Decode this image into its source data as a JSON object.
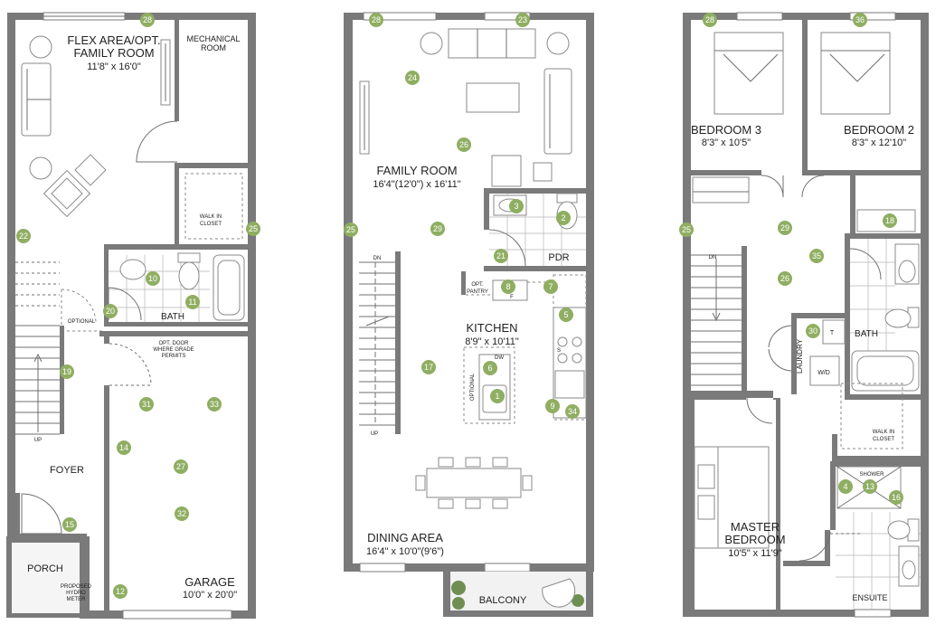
{
  "floors": {
    "lower": {
      "flex_area": {
        "name1": "FLEX AREA/OPT.",
        "name2": "FAMILY ROOM",
        "dims": "11'8\" x 16'0\""
      },
      "mechanical": {
        "name1": "MECHANICAL",
        "name2": "ROOM"
      },
      "walk_in_closet": {
        "name1": "WALK IN",
        "name2": "CLOSET"
      },
      "bath": "BATH",
      "optional": "OPTIONAL",
      "opt_door": {
        "line1": "OPT. DOOR",
        "line2": "WHERE GRADE",
        "line3": "PERMITS"
      },
      "foyer": "FOYER",
      "up": "UP",
      "porch": "PORCH",
      "hydro_meter": {
        "line1": "PROPOSED",
        "line2": "HYDRO",
        "line3": "METER"
      },
      "garage": {
        "name": "GARAGE",
        "dims": "10'0\" x 20'0\""
      }
    },
    "main": {
      "family_room": {
        "name": "FAMILY ROOM",
        "dims": "16'4\"(12'0\") x 16'11\""
      },
      "pdr": "PDR",
      "opt_pantry": {
        "line1": "OPT.",
        "line2": "PANTRY"
      },
      "fridge": "F",
      "kitchen": {
        "name": "KITCHEN",
        "dims": "8'9\" x 10'11\""
      },
      "dw": "DW",
      "stove": "S",
      "optional": "OPTIONAL",
      "dn": "DN",
      "up": "UP",
      "dining": {
        "name": "DINING AREA",
        "dims": "16'4\" x 10'0\"(9'6\")"
      },
      "balcony": "BALCONY"
    },
    "upper": {
      "bedroom3": {
        "name": "BEDROOM 3",
        "dims": "8'3\" x 10'5\""
      },
      "bedroom2": {
        "name": "BEDROOM 2",
        "dims": "8'3\" x 12'10\""
      },
      "dn": "DN",
      "laundry": "LAUNDRY",
      "tub": "T",
      "wd": "W/D",
      "bath": "BATH",
      "walk_in_closet": {
        "name1": "WALK IN",
        "name2": "CLOSET"
      },
      "shower": "SHOWER",
      "master": {
        "name1": "MASTER",
        "name2": "BEDROOM",
        "dims": "10'5\" x 11'9\""
      },
      "ensuite": "ENSUITE"
    }
  },
  "markers": {
    "lower": [
      "28",
      "22",
      "25",
      "10",
      "11",
      "20",
      "19",
      "31",
      "33",
      "14",
      "27",
      "32",
      "15",
      "12"
    ],
    "main": [
      "28",
      "23",
      "24",
      "26",
      "25",
      "29",
      "3",
      "2",
      "21",
      "8",
      "7",
      "5",
      "6",
      "1",
      "17",
      "9",
      "34"
    ],
    "upper": [
      "28",
      "36",
      "25",
      "29",
      "35",
      "26",
      "18",
      "30",
      "4",
      "13",
      "16"
    ]
  },
  "colors": {
    "wall": "#7a7a7a",
    "marker": "#8fae62"
  }
}
